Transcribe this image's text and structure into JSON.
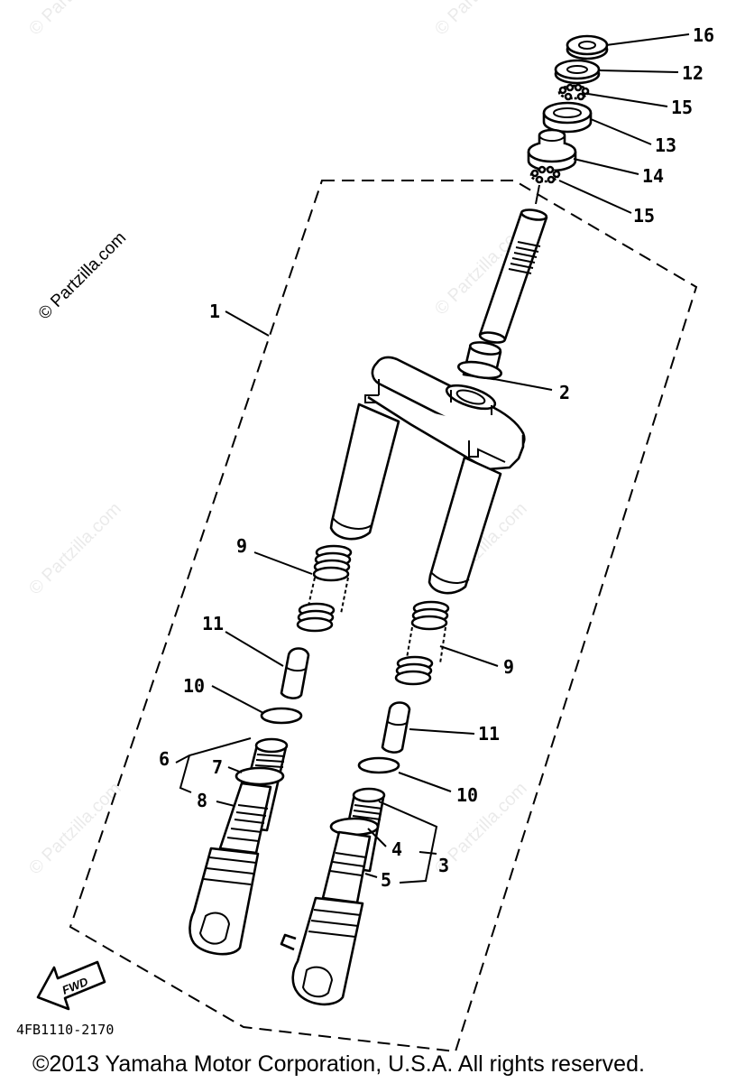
{
  "diagram": {
    "watermark": "© Partzilla.com",
    "diagram_code": "4FB1110-2170",
    "copyright": "©2013  Yamaha Motor Corporation, U.S.A. All rights reserved.",
    "fwd_label": "FWD",
    "callouts": [
      "1",
      "2",
      "3",
      "4",
      "5",
      "6",
      "7",
      "8",
      "9",
      "9",
      "10",
      "10",
      "11",
      "11",
      "12",
      "13",
      "14",
      "15",
      "15",
      "16"
    ]
  }
}
